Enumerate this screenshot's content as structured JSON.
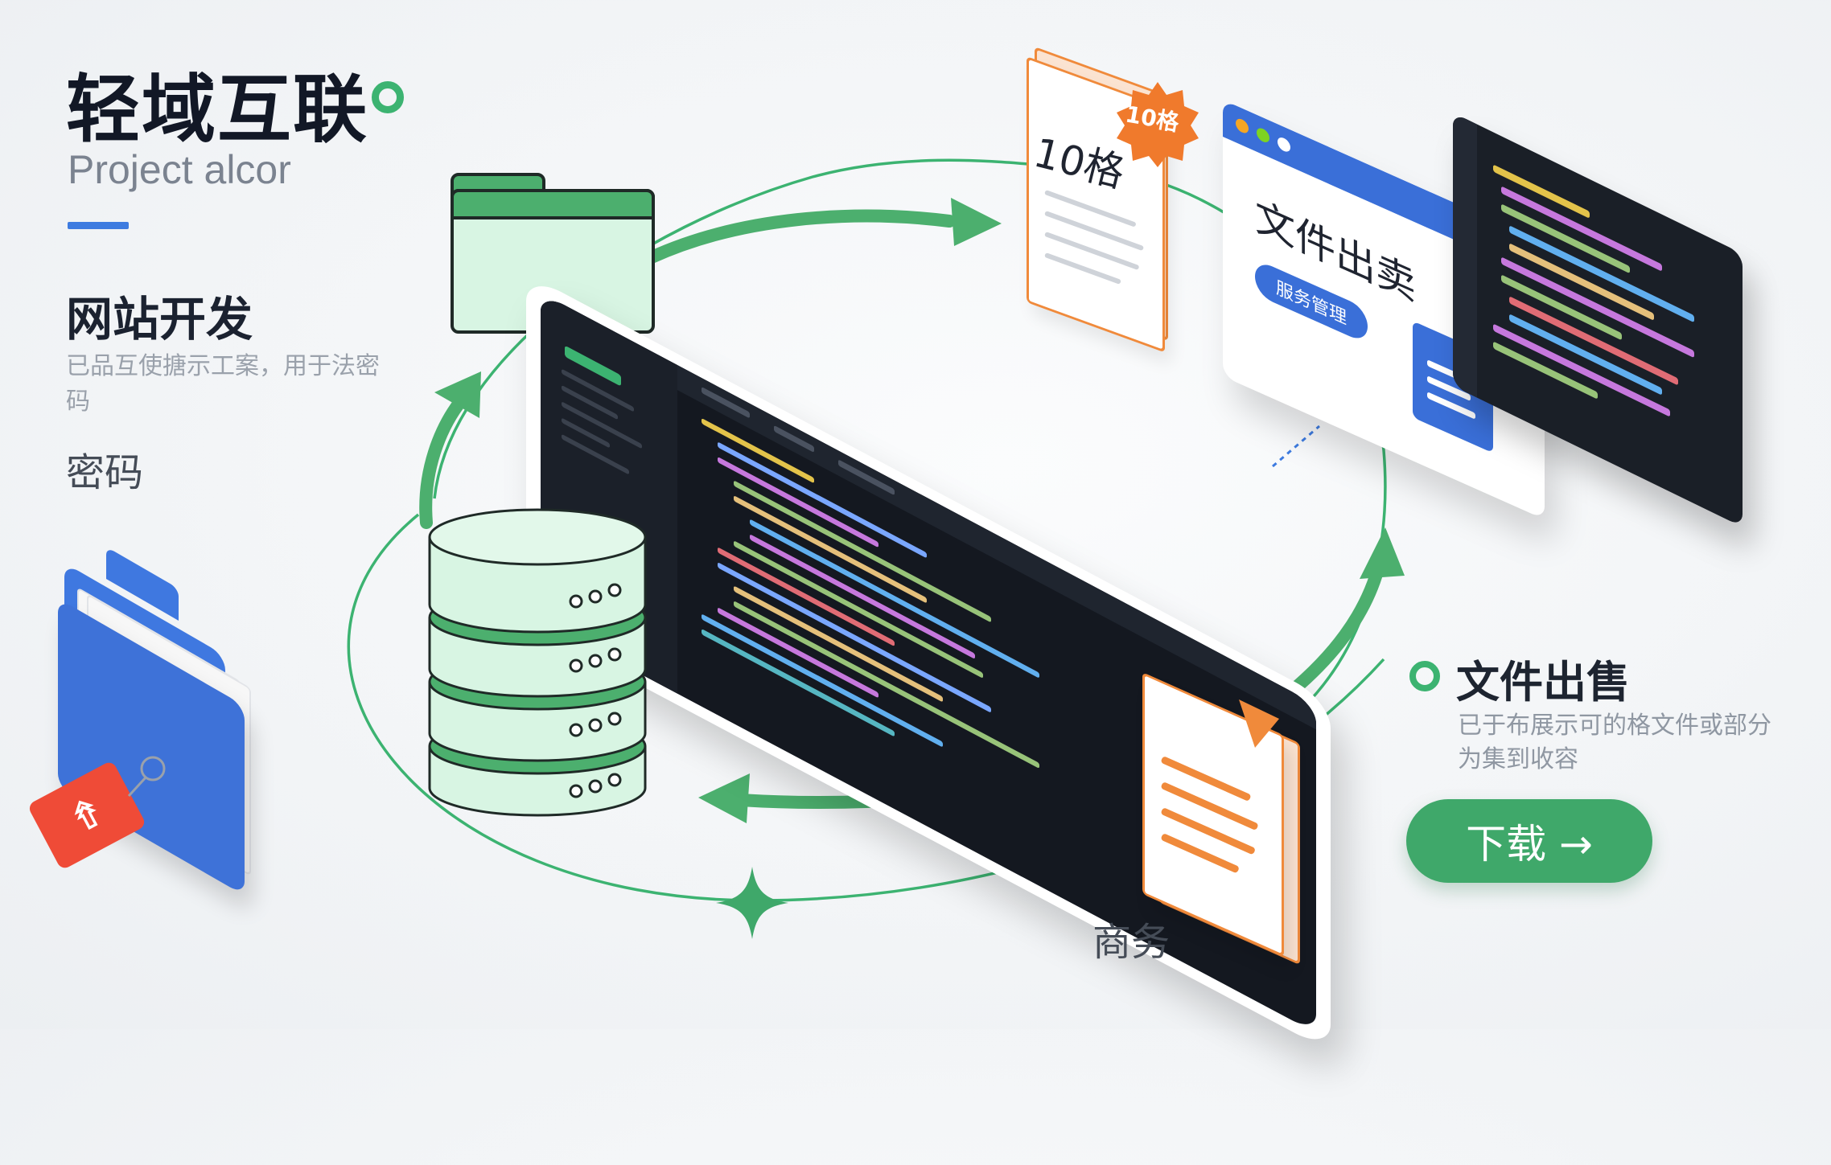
{
  "brand": {
    "title": "轻域互联",
    "subtitle": "Project alcor"
  },
  "section": {
    "title": "网站开发",
    "description": "已品互使搪示工案，用于法密码",
    "extra_label": "密码"
  },
  "top_document": {
    "title": "10格",
    "badge": "10格"
  },
  "browser_card": {
    "title": "文件出卖",
    "button_label": "服务管理"
  },
  "info": {
    "title": "文件出售",
    "description": "已于布展示可的格文件或部分为集到收容",
    "download_label": "下载 →"
  },
  "bottom_label": "商务",
  "price_tag": {
    "icon": "share-arrow-icon",
    "symbol": "⇮"
  },
  "colors": {
    "accent_green": "#3cb371",
    "button_green": "#3fa86a",
    "accent_blue": "#3d7be0",
    "accent_orange": "#f08a3b",
    "tag_red": "#ef4b37",
    "text_dark": "#121826",
    "text_muted": "#9aa1ab"
  },
  "icons": [
    "green-folder-icon",
    "database-icon",
    "blue-folder-icon",
    "price-tag-icon",
    "document-icon",
    "browser-window-icon",
    "code-window-icon",
    "tablet-icon",
    "sparkle-icon",
    "cycle-arrow-icon"
  ]
}
